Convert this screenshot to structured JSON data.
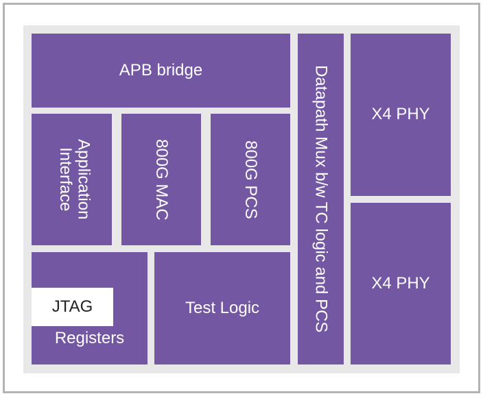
{
  "diagram": {
    "blocks": {
      "apb_bridge": "APB bridge",
      "application_interface": "Application Interface",
      "mac": "800G MAC",
      "pcs": "800G PCS",
      "jtag": "JTAG",
      "registers": "Registers",
      "test_logic": "Test Logic",
      "datapath_mux": "Datapath Mux b/w TC logic and PCS",
      "phy_top": "X4 PHY",
      "phy_bottom": "X4 PHY"
    },
    "colors": {
      "block": "#7457a2",
      "background": "#e8e8e8",
      "frame": "#b3b3b3",
      "jtag": "#ffffff"
    }
  }
}
